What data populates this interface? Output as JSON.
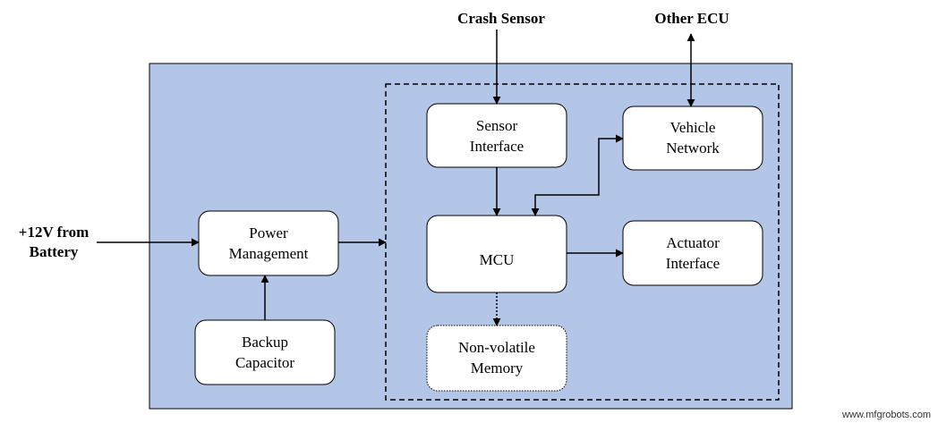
{
  "inputs": {
    "crash_sensor": "Crash Sensor",
    "other_ecu": "Other ECU",
    "battery_line1": "+12V from",
    "battery_line2": "Battery"
  },
  "blocks": {
    "power_management": [
      "Power",
      "Management"
    ],
    "backup_capacitor": [
      "Backup",
      "Capacitor"
    ],
    "sensor_interface": [
      "Sensor",
      "Interface"
    ],
    "vehicle_network": [
      "Vehicle",
      "Network"
    ],
    "mcu": [
      "MCU"
    ],
    "actuator_interface": [
      "Actuator",
      "Interface"
    ],
    "nonvolatile_memory": [
      "Non-volatile",
      "Memory"
    ]
  },
  "colors": {
    "panel_fill": "#b4c6e7",
    "box_fill": "#ffffff",
    "stroke": "#000000"
  },
  "watermark": "www.mfgrobots.com"
}
